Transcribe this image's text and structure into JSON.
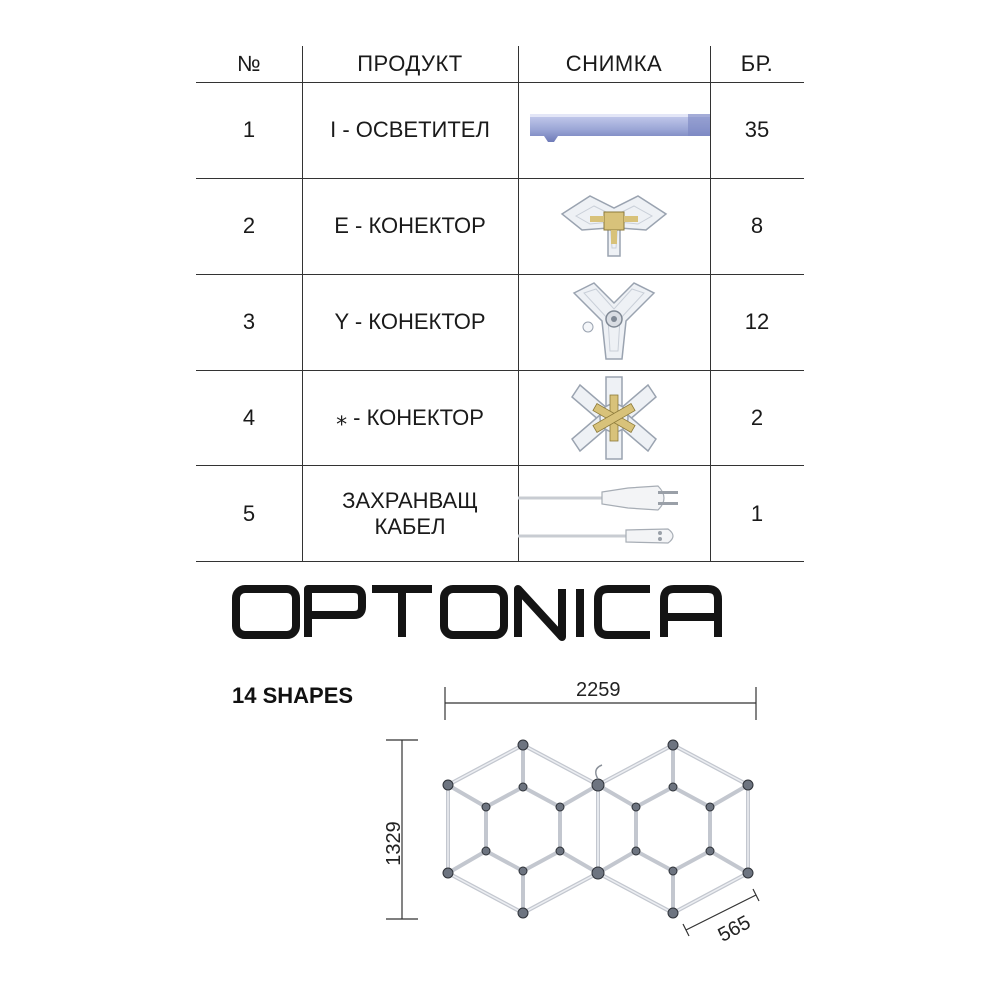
{
  "table": {
    "headers": {
      "num": "№",
      "product": "ПРОДУКТ",
      "image": "СНИМКА",
      "qty": "БР."
    },
    "rows": [
      {
        "num": "1",
        "product": "I - ОСВЕТИТЕЛ",
        "qty": "35",
        "icon": "light-bar-icon"
      },
      {
        "num": "2",
        "product": "E - КОНЕКТОР",
        "qty": "8",
        "icon": "e-connector-icon"
      },
      {
        "num": "3",
        "product": "Y - КОНЕКТОР",
        "qty": "12",
        "icon": "y-connector-icon"
      },
      {
        "num": "4",
        "product": "⁎ - КОНЕКТОР",
        "qty": "2",
        "icon": "star-connector-icon"
      },
      {
        "num": "5",
        "product_line1": "ЗАХРАНВАЩ",
        "product_line2": "КАБЕЛ",
        "qty": "1",
        "icon": "power-cable-icon"
      }
    ]
  },
  "brand": {
    "name": "OPTONICA"
  },
  "layout": {
    "title": "14 SHAPES",
    "width_label": "2259",
    "height_label": "1329",
    "side_label": "565"
  },
  "colors": {
    "line": "#333333",
    "text": "#1a1a1a",
    "bar": "#a9b2db",
    "connector": "#e6ebf2"
  }
}
